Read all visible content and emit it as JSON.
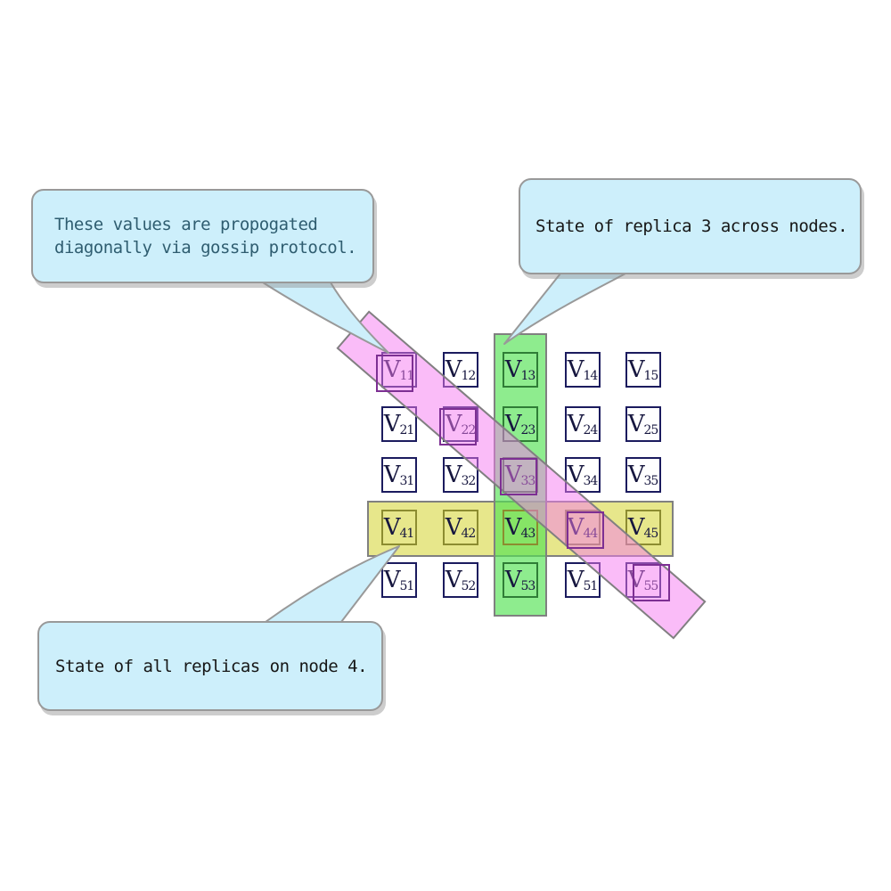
{
  "diagram": {
    "callouts": {
      "gossip": {
        "line1": "These values are propogated",
        "line2": "diagonally via gossip protocol."
      },
      "replica": {
        "text": "State of replica 3 across nodes."
      },
      "node": {
        "text": "State of all replicas on node 4."
      }
    },
    "grid": {
      "rows": 5,
      "cols": 5,
      "cells": [
        {
          "label": "V",
          "sub": "11",
          "border": "navy",
          "diagonal": true
        },
        {
          "label": "V",
          "sub": "12",
          "border": "navy"
        },
        {
          "label": "V",
          "sub": "13",
          "border": "green"
        },
        {
          "label": "V",
          "sub": "14",
          "border": "navy"
        },
        {
          "label": "V",
          "sub": "15",
          "border": "navy"
        },
        {
          "label": "V",
          "sub": "21",
          "border": "navy"
        },
        {
          "label": "V",
          "sub": "22",
          "border": "navy",
          "diagonal": true
        },
        {
          "label": "V",
          "sub": "23",
          "border": "green"
        },
        {
          "label": "V",
          "sub": "24",
          "border": "navy"
        },
        {
          "label": "V",
          "sub": "25",
          "border": "navy"
        },
        {
          "label": "V",
          "sub": "31",
          "border": "navy"
        },
        {
          "label": "V",
          "sub": "32",
          "border": "navy"
        },
        {
          "label": "V",
          "sub": "33",
          "border": "green",
          "diagonal": true
        },
        {
          "label": "V",
          "sub": "34",
          "border": "navy"
        },
        {
          "label": "V",
          "sub": "35",
          "border": "navy"
        },
        {
          "label": "V",
          "sub": "41",
          "border": "olive"
        },
        {
          "label": "V",
          "sub": "42",
          "border": "olive"
        },
        {
          "label": "V",
          "sub": "43",
          "border": "olive"
        },
        {
          "label": "V",
          "sub": "44",
          "border": "olive",
          "diagonal": true
        },
        {
          "label": "V",
          "sub": "45",
          "border": "olive"
        },
        {
          "label": "V",
          "sub": "51",
          "border": "navy"
        },
        {
          "label": "V",
          "sub": "52",
          "border": "navy"
        },
        {
          "label": "V",
          "sub": "53",
          "border": "green"
        },
        {
          "label": "V",
          "sub": "51",
          "border": "navy"
        },
        {
          "label": "V",
          "sub": "55",
          "border": "navy",
          "diagonal": true
        }
      ]
    },
    "legend_meaning": {
      "row_band": "all replicas on node 4",
      "column_band": "replica 3 across nodes",
      "diagonal_band": "values propogated diagonally via gossip protocol"
    }
  },
  "colors": {
    "row_fill": "rgba(216,216,68,0.62)",
    "col_fill": "rgba(84,226,84,0.66)",
    "diag_fill": "rgba(246,122,242,0.5)",
    "band_border": "#808080",
    "cell_navy": "#1b1b5e",
    "cell_green": "#2f7d36",
    "cell_olive": "#8c8c30",
    "diag_box_border": "#7d2f93",
    "callout_fill": "#cdeffb",
    "callout_border": "#999999",
    "gossip_text": "#2f5d70",
    "dark_text": "#161616"
  }
}
